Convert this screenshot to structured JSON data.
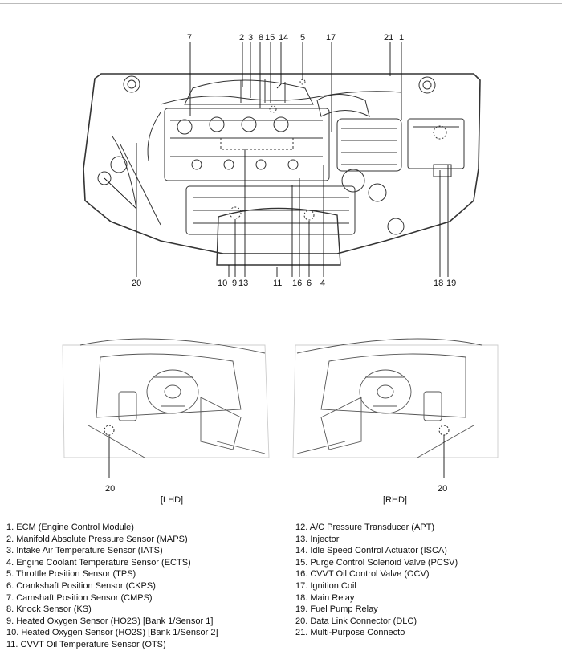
{
  "engine_callouts": {
    "c7": "7",
    "c2": "2",
    "c3": "3",
    "c8": "8",
    "c15": "15",
    "c14": "14",
    "c5": "5",
    "c17": "17",
    "c21": "21",
    "c1": "1",
    "c20": "20",
    "c10": "10",
    "c9": "9",
    "c13": "13",
    "c11": "11",
    "c16": "16",
    "c6": "6",
    "c4": "4",
    "c18": "18",
    "c19": "19"
  },
  "interior": {
    "lhd_callout": "20",
    "rhd_callout": "20",
    "lhd_caption": "[LHD]",
    "rhd_caption": "[RHD]"
  },
  "legend": {
    "left": [
      "1. ECM (Engine Control Module)",
      "2. Manifold Absolute Pressure Sensor (MAPS)",
      "3. Intake Air Temperature Sensor (IATS)",
      "4. Engine Coolant Temperature Sensor (ECTS)",
      "5. Throttle Position Sensor (TPS)",
      "6. Crankshaft Position Sensor (CKPS)",
      "7. Camshaft Position Sensor (CMPS)",
      "8. Knock Sensor (KS)",
      "9. Heated Oxygen Sensor (HO2S) [Bank 1/Sensor 1]",
      "10. Heated Oxygen Sensor (HO2S) [Bank 1/Sensor 2]",
      "11. CVVT Oil Temperature Sensor (OTS)"
    ],
    "right": [
      "12. A/C Pressure Transducer (APT)",
      "13. Injector",
      "14. Idle Speed Control Actuator (ISCA)",
      "15. Purge Control Solenoid Valve (PCSV)",
      "16. CVVT Oil Control Valve (OCV)",
      "17. Ignition Coil",
      "18. Main Relay",
      "19. Fuel Pump Relay",
      "20. Data Link Connector (DLC)",
      "21. Multi-Purpose Connecto"
    ]
  }
}
